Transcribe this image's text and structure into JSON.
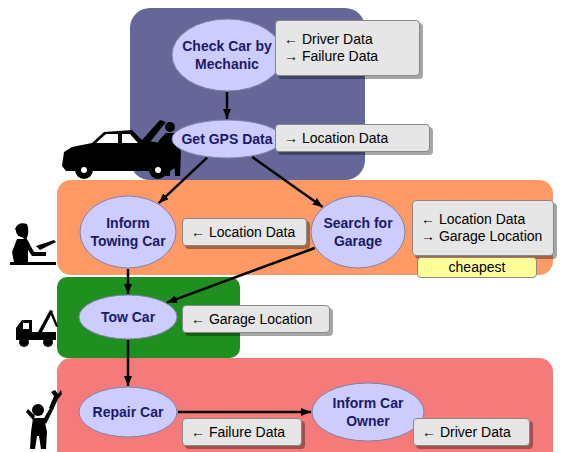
{
  "diagram": {
    "nodes": [
      {
        "text": []
      },
      {
        "text": [
          "Check Car by Mechanic"
        ],
        "in": 0
      },
      {
        "text": [
          "← Driver Data",
          "→ Failure Data"
        ],
        "in": 0
      },
      {
        "text": [
          "Get GPS Data"
        ],
        "in": 0
      },
      {
        "text": [
          "→ Location Data"
        ],
        "in": 0
      },
      {
        "text": []
      },
      {
        "text": [
          "Inform Towing Car"
        ],
        "in": 5
      },
      {
        "text": [
          "← Location Data"
        ],
        "in": 5
      },
      {
        "text": [
          "Search for Garage"
        ],
        "in": 5
      },
      {
        "text": [
          "← Location Data",
          "→ Garage Location"
        ],
        "in": 5
      },
      {
        "text": [
          "cheapest"
        ],
        "in": 5
      },
      {
        "text": []
      },
      {
        "text": [
          "Tow Car"
        ],
        "in": 11
      },
      {
        "text": [
          "← Garage Location"
        ],
        "in": 11
      },
      {
        "text": []
      },
      {
        "text": [
          "Repair Car"
        ],
        "in": 14
      },
      {
        "text": [
          "← Failure Data"
        ],
        "in": 14
      },
      {
        "text": [
          "Inform Car Owner"
        ],
        "in": 14
      },
      {
        "text": [
          "← Driver Data"
        ],
        "in": 14
      }
    ],
    "edges": [
      {
        "from": 1,
        "to": 3,
        "arrow": "to"
      },
      {
        "from": 3,
        "to": 6,
        "arrow": "to"
      },
      {
        "from": 3,
        "to": 8,
        "arrow": "to"
      },
      {
        "from": 6,
        "to": 12,
        "arrow": "to"
      },
      {
        "from": 8,
        "to": 12,
        "arrow": "to"
      },
      {
        "from": 12,
        "to": 15,
        "arrow": "to"
      },
      {
        "from": 15,
        "to": 17,
        "arrow": "to"
      }
    ]
  }
}
